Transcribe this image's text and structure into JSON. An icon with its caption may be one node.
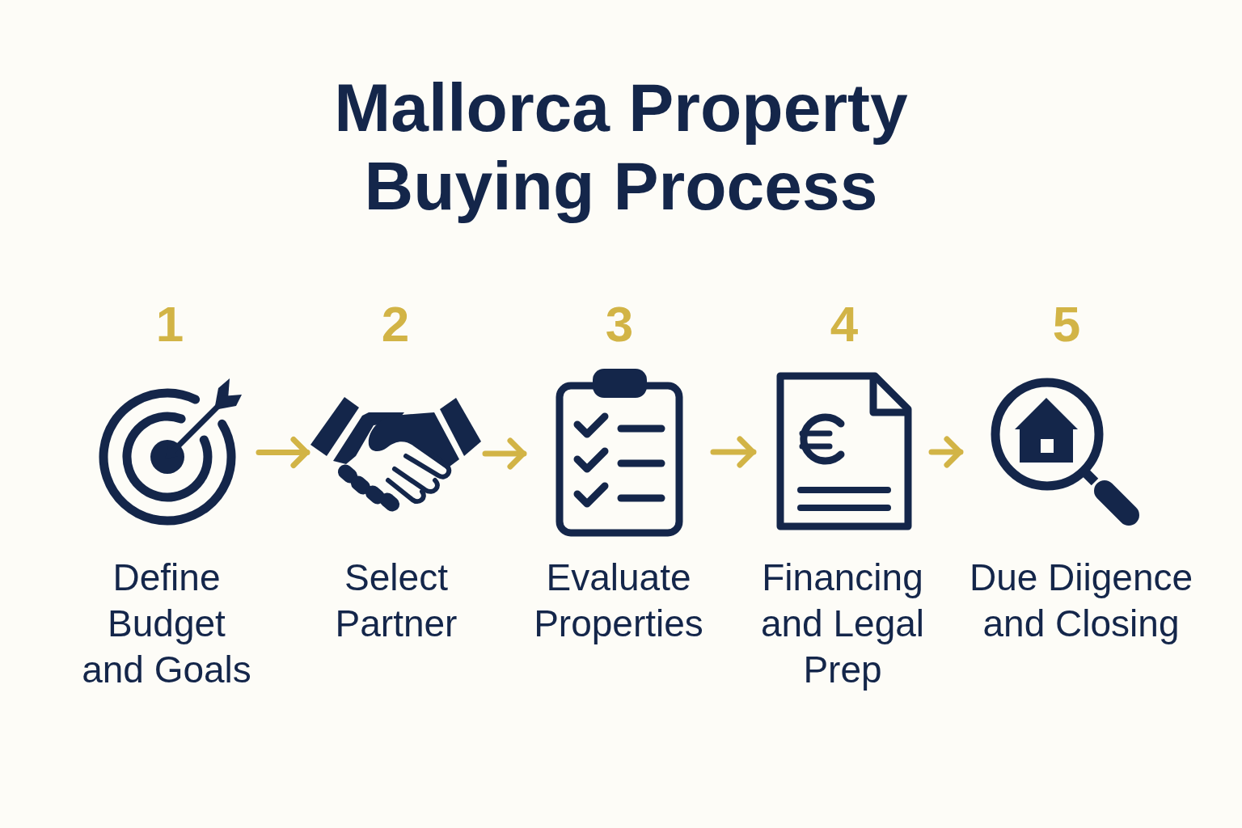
{
  "diagram": {
    "title": "Mallorca Property Buying Process",
    "nodes": [
      {
        "text": [
          "1",
          "Define Budget and Goals"
        ]
      },
      {
        "text": [
          "2",
          "Select Partner"
        ]
      },
      {
        "text": [
          "3",
          "Evaluate Properties"
        ]
      },
      {
        "text": [
          "4",
          "Financing and Legal Prep"
        ]
      },
      {
        "text": [
          "5",
          "Due Diigence and Closing"
        ]
      }
    ],
    "edges": [
      {
        "from": 0,
        "to": 1,
        "arrow": "to"
      },
      {
        "from": 1,
        "to": 2,
        "arrow": "to"
      },
      {
        "from": 2,
        "to": 3,
        "arrow": "to"
      },
      {
        "from": 3,
        "to": 4,
        "arrow": "to"
      }
    ]
  }
}
